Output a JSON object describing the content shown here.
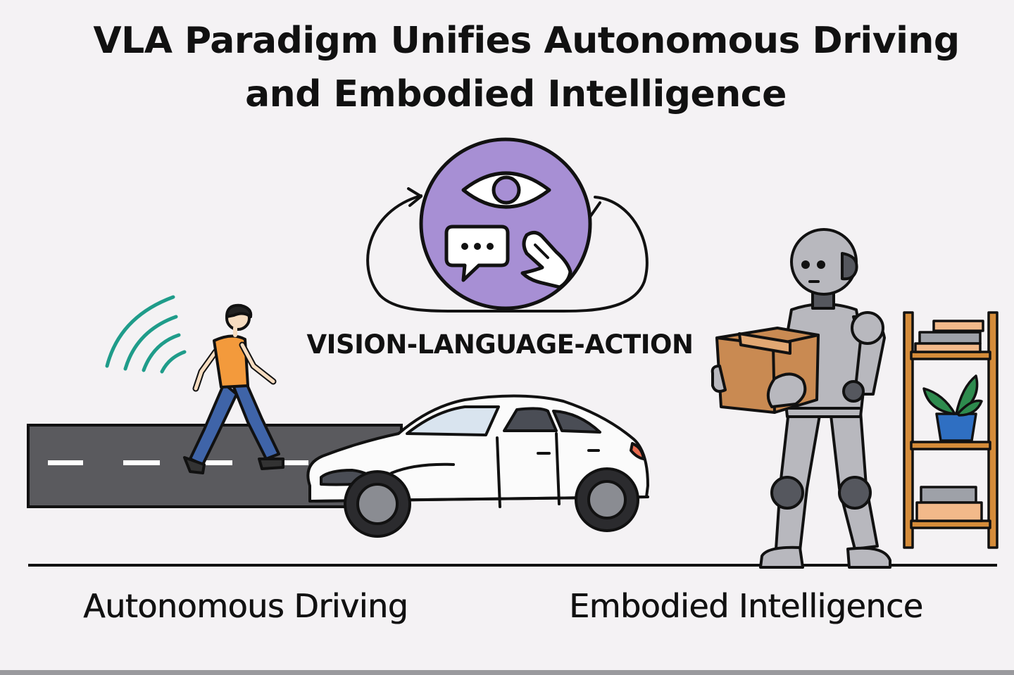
{
  "title": {
    "line1": "VLA Paradigm Unifies Autonomous Driving",
    "line2": "and Embodied Intelligence"
  },
  "center_label": "VISION-LANGUAGE-ACTION",
  "sections": {
    "left": "Autonomous Driving",
    "right": "Embodied Intelligence"
  },
  "colors": {
    "background": "#f4f2f4",
    "vla_circle": "#a78fd4",
    "pedestrian_shirt": "#f39a3c",
    "pedestrian_pants": "#3f64a8",
    "signal_waves": "#1f9c8a",
    "road": "#5a5a5e",
    "robot": "#b8b8be",
    "box": "#c98a52",
    "shelf": "#d58c3a",
    "plant_pot": "#2f6fc2",
    "plant_leaves": "#2e8b4e"
  },
  "icons": [
    "eye-icon",
    "speech-bubble-icon",
    "hand-icon",
    "cycle-arrows-icon"
  ]
}
